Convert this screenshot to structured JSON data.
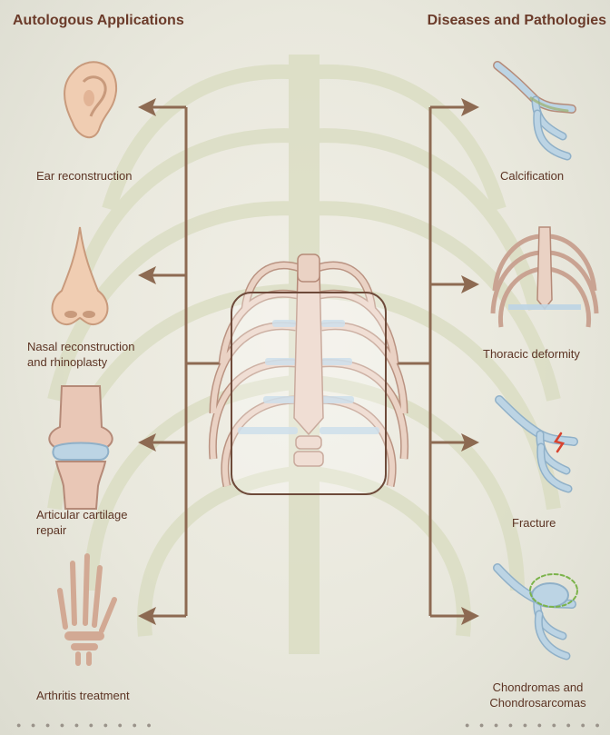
{
  "headings": {
    "left": "Autologous Applications",
    "right": "Diseases and Pathologies"
  },
  "left_items": [
    {
      "label": "Ear reconstruction",
      "icon": "ear-icon"
    },
    {
      "label": "Nasal reconstruction and rhinoplasty",
      "icon": "nose-icon"
    },
    {
      "label": "Articular cartilage repair",
      "icon": "knee-joint-icon"
    },
    {
      "label": "Arthritis treatment",
      "icon": "hand-skeleton-icon"
    }
  ],
  "right_items": [
    {
      "label": "Calcification",
      "icon": "calcified-rib-icon"
    },
    {
      "label": "Thoracic deformity",
      "icon": "deformed-ribcage-icon"
    },
    {
      "label": "Fracture",
      "icon": "fractured-rib-icon"
    },
    {
      "label": "Chondromas and Chondrosarcomas",
      "icon": "tumor-rib-icon"
    }
  ],
  "colors": {
    "arrow": "#8d6a52",
    "bone": "#ead2c4",
    "bone_stroke": "#b58a78",
    "cartilage": "#bcd4e4",
    "heading": "#6b3b2a",
    "label": "#5c3424"
  }
}
